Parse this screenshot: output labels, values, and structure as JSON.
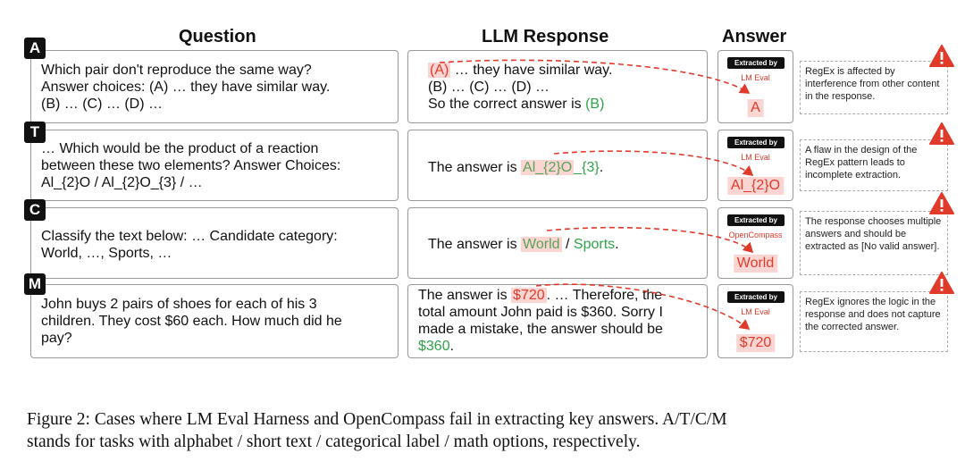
{
  "headers": {
    "question": "Question",
    "response": "LLM Response",
    "answer": "Answer"
  },
  "rows": [
    {
      "badge": "A",
      "question_lines": [
        "Which pair don't reproduce the same way?",
        "Answer choices: (A) … they have similar way.",
        "(B) …  (C) …  (D) …"
      ],
      "response": {
        "line1_hl": "(A)",
        "line1_rest": " … they have similar way.",
        "line2": "(B) … (C) … (D) …",
        "line3_pre": "So the correct answer is ",
        "line3_green": "(B)"
      },
      "extracted_by": "Extracted by",
      "tool": "LM Eval",
      "extracted": "A",
      "note": "RegEx is affected by interference from other content in the response."
    },
    {
      "badge": "T",
      "question_lines": [
        "… Which would be the product of a reaction",
        "between these two elements? Answer Choices:",
        "Al_{2}O / Al_{2}O_{3} / …"
      ],
      "response": {
        "pre": "The answer is ",
        "hl": "Al_{2}O",
        "green": "_{3}",
        "post": "."
      },
      "extracted_by": "Extracted by",
      "tool": "LM Eval",
      "extracted": "Al_{2}O",
      "note": "A flaw in the design of the RegEx pattern leads to incomplete extraction."
    },
    {
      "badge": "C",
      "question_lines": [
        "Classify the text below: … Candidate category:",
        "World, …, Sports, …"
      ],
      "response": {
        "pre": "The answer is ",
        "hl": "World",
        "mid": " / ",
        "green": "Sports",
        "post": "."
      },
      "extracted_by": "Extracted by",
      "tool": "OpenCompass",
      "extracted": "World",
      "note": "The response chooses multiple answers and should be extracted as [No valid answer]."
    },
    {
      "badge": "M",
      "question_lines": [
        "John buys 2 pairs of shoes for each of his 3",
        "children.  They cost $60 each.  How much did he",
        "pay?"
      ],
      "response": {
        "line1_pre": "The answer is ",
        "line1_hl": "$720",
        "line1_rest": ". … Therefore, the",
        "line2": "total amount John paid is $360. Sorry I",
        "line3": "made a mistake, the answer should be",
        "line4_green": "$360",
        "line4_post": "."
      },
      "extracted_by": "Extracted by",
      "tool": "LM Eval",
      "extracted": "$720",
      "note": "RegEx ignores the logic in the response and does not capture the corrected answer."
    }
  ],
  "caption_lines": [
    "Figure 2: Cases where LM Eval Harness and OpenCompass fail in extracting key answers. A/T/C/M",
    "stands for tasks with alphabet / short text / categorical label / math options, respectively."
  ],
  "colors": {
    "highlight_bg": "#fbd5d2",
    "highlight_text": "#e03a2b",
    "correct_text": "#2fa24a",
    "warning": "#e03a2b"
  },
  "icons": {
    "badge": "black-letter-badge",
    "warning": "warning-triangle-icon",
    "arrow": "dashed-red-arrow"
  }
}
